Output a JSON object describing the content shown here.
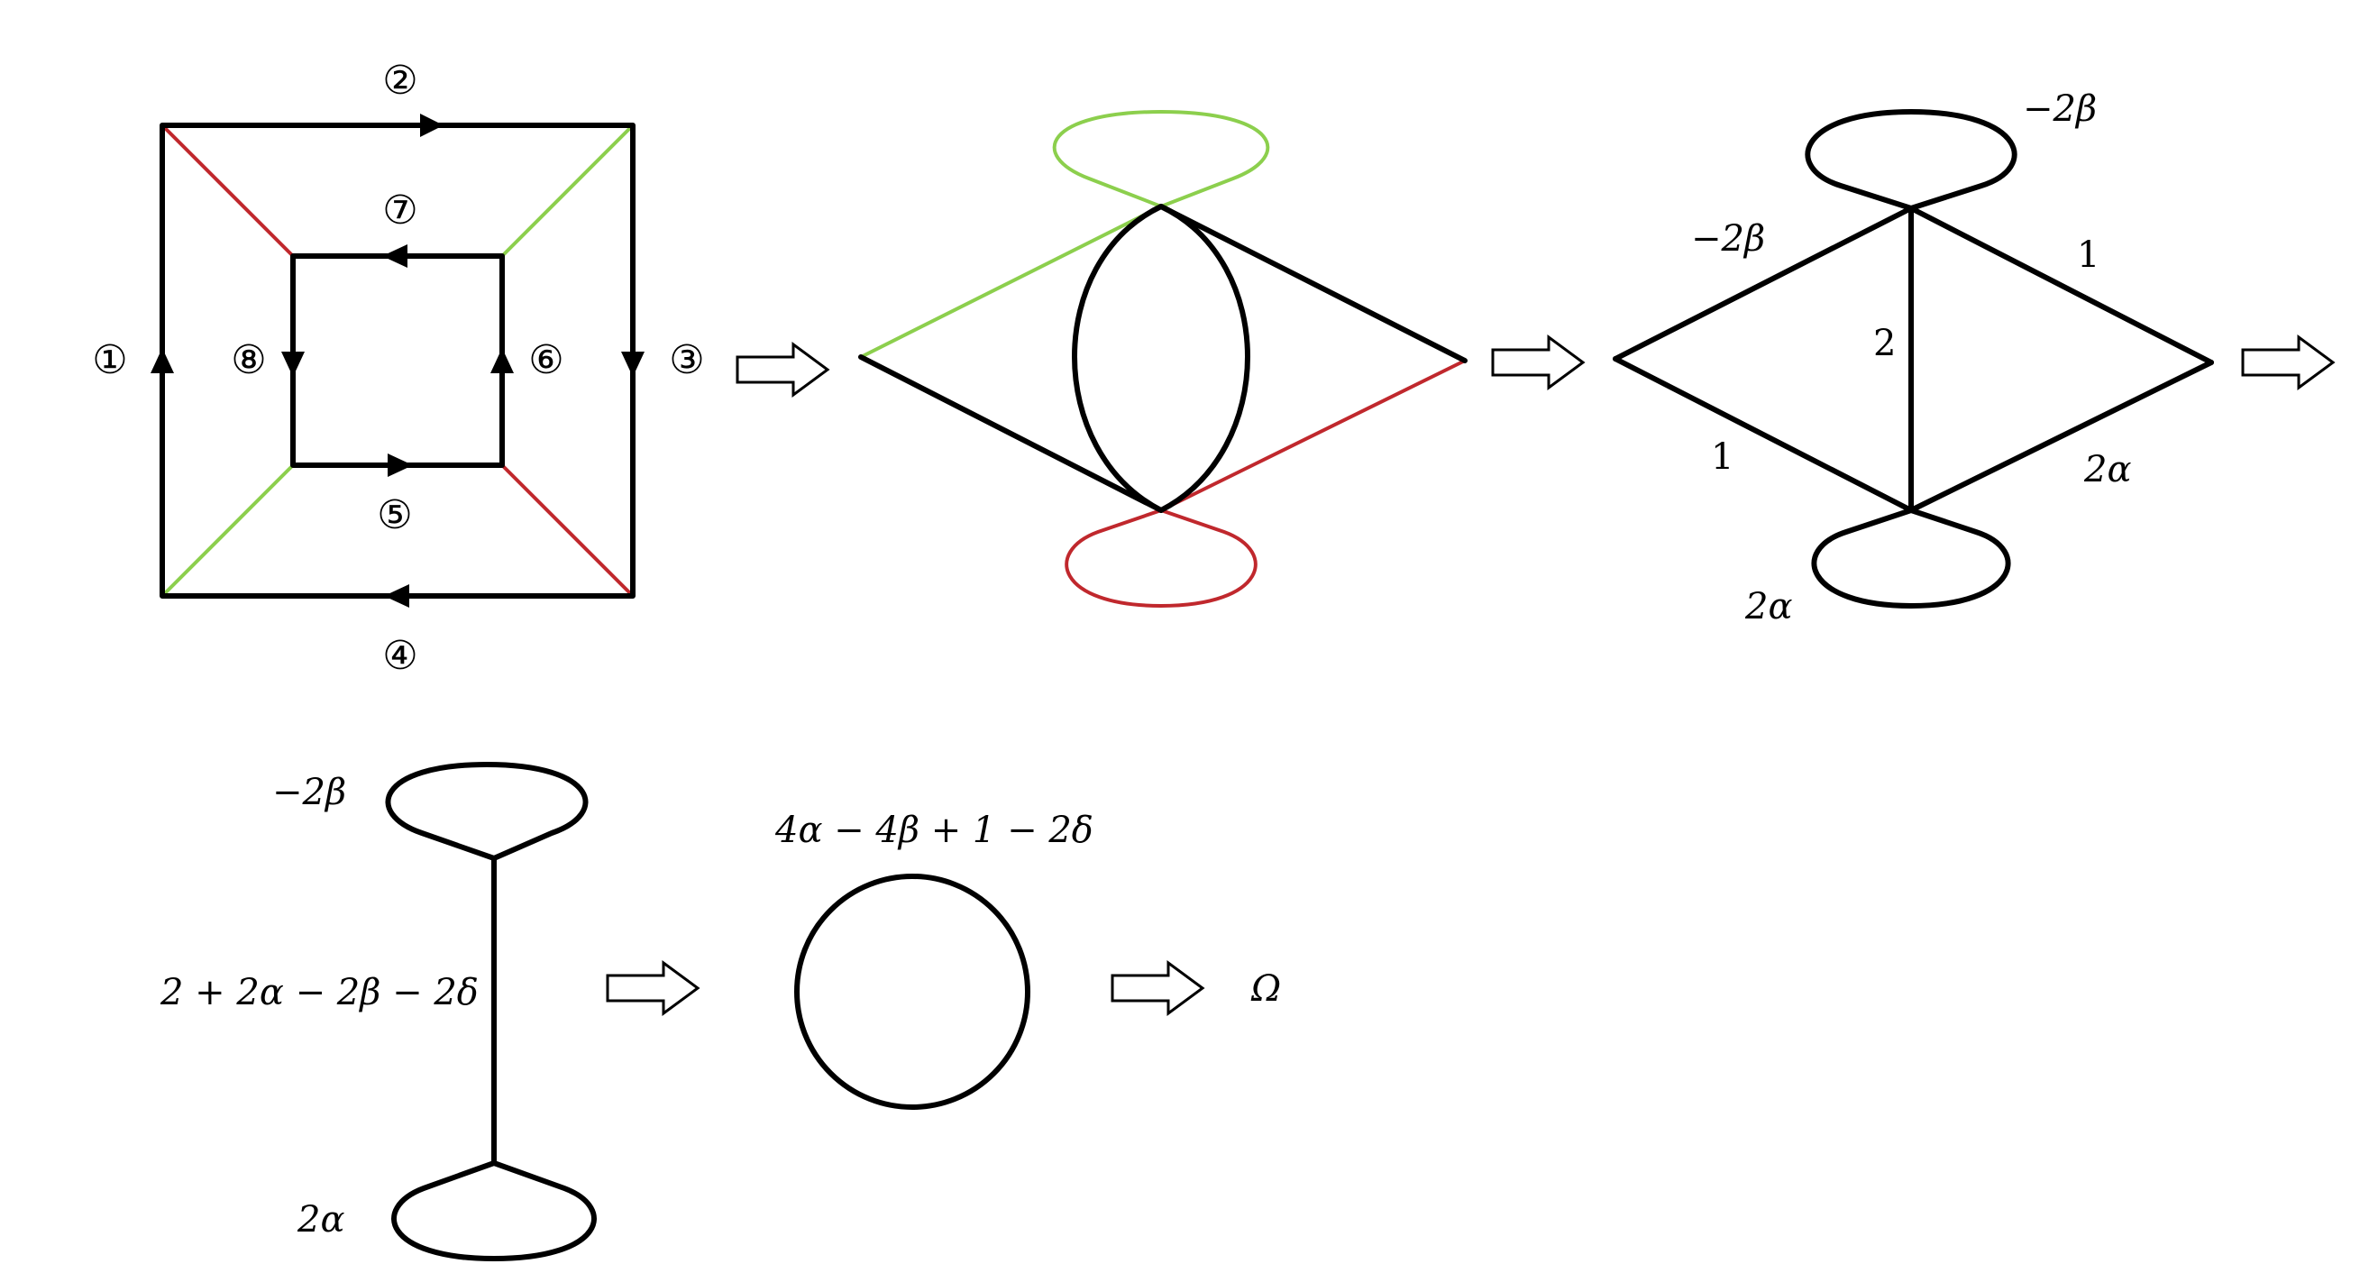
{
  "colors": {
    "edge": "#000000",
    "green": "#8ccf4d",
    "red": "#c0282d"
  },
  "panel1": {
    "labels": {
      "e1": "①",
      "e2": "②",
      "e3": "③",
      "e4": "④",
      "e5": "⑤",
      "e6": "⑥",
      "e7": "⑦",
      "e8": "⑧"
    }
  },
  "panel3": {
    "top_loop": "−2β",
    "left_top_edge": "−2β",
    "right_top_edge": "1",
    "middle_edge": "2",
    "left_bottom_edge": "1",
    "right_bottom_edge": "2α",
    "bottom_loop": "2α"
  },
  "panel4": {
    "top_loop": "−2β",
    "middle_edge": "2 + 2α − 2β − 2δ",
    "bottom_loop": "2α"
  },
  "panel5": {
    "circle_label": "4α − 4β + 1 − 2δ"
  },
  "panel6": {
    "result": "Ω"
  }
}
